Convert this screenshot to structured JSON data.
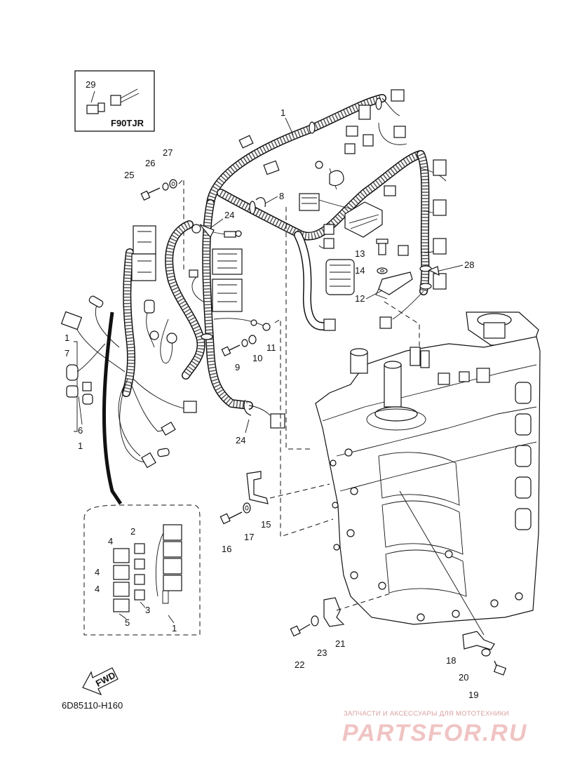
{
  "diagram": {
    "code": "6D85110-H160",
    "inset_model": "F90TJR",
    "fwd_label": "FWD",
    "watermark": {
      "top_line": "ЗАПЧАСТИ И АКСЕССУАРЫ ДЛЯ МОТОТЕХНИКИ",
      "brand": "PARTSFOR.RU"
    },
    "callouts": {
      "c1a": "1",
      "c1b": "1",
      "c1c": "1",
      "c1d": "1",
      "c2": "2",
      "c3": "3",
      "c4a": "4",
      "c4b": "4",
      "c4c": "4",
      "c5": "5",
      "c6": "6",
      "c7": "7",
      "c8": "8",
      "c9": "9",
      "c10": "10",
      "c11": "11",
      "c12": "12",
      "c13": "13",
      "c14": "14",
      "c15": "15",
      "c16": "16",
      "c17": "17",
      "c18": "18",
      "c19": "19",
      "c20": "20",
      "c21": "21",
      "c22": "22",
      "c23": "23",
      "c24a": "24",
      "c24b": "24",
      "c25": "25",
      "c26": "26",
      "c27": "27",
      "c28": "28",
      "c29": "29"
    },
    "colors": {
      "ink": "#111111",
      "watermark": "#f0c4c4",
      "background": "#ffffff"
    }
  }
}
